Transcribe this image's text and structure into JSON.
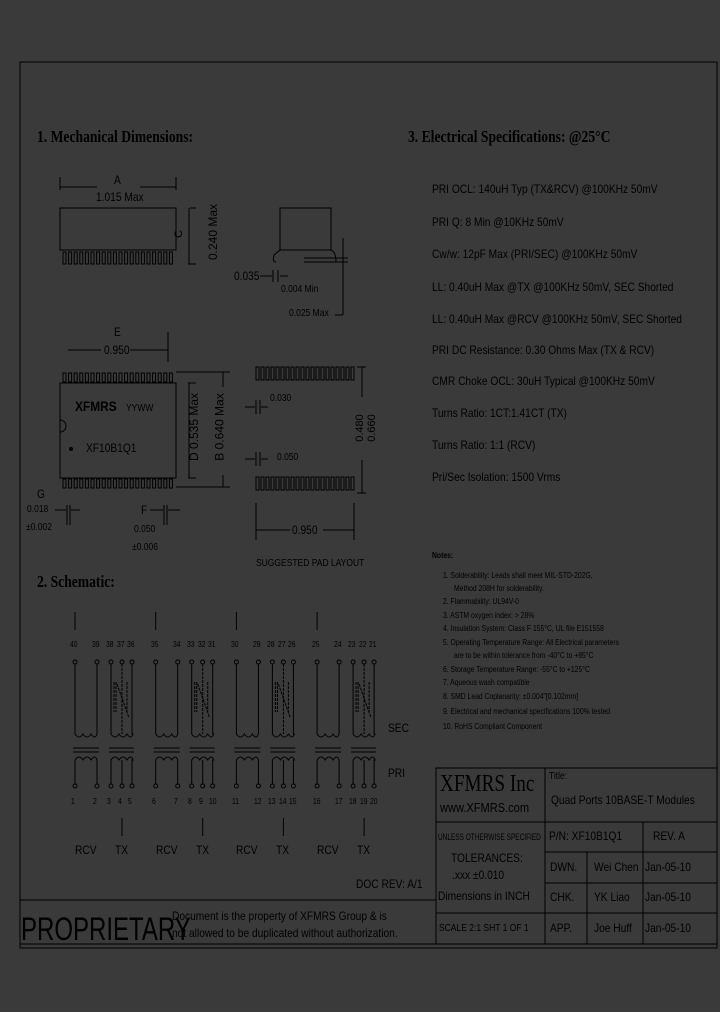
{
  "sections": {
    "mechanical": "1. Mechanical Dimensions:",
    "electrical": "3. Electrical Specifications: @25°C",
    "schematic": "2. Schematic:"
  },
  "electrical_specs": [
    "PRI OCL: 140uH Typ (TX&RCV) @100KHz 50mV",
    "PRI Q: 8 Min @10KHz 50mV",
    "Cw/w: 12pF Max (PRI/SEC) @100KHz 50mV",
    "LL: 0.40uH Max @TX @100KHz 50mV, SEC Shorted",
    "LL: 0.40uH Max @RCV @100KHz 50mV, SEC Shorted",
    "PRI DC Resistance: 0.30 Ohms Max (TX & RCV)",
    "CMR Choke OCL: 30uH Typical @100KHz 50mV",
    "Turns Ratio: 1CT:1.41CT (TX)",
    "Turns Ratio: 1:1 (RCV)",
    "Pri/Sec Isolation: 1500 Vrms"
  ],
  "notes": {
    "title": "Notes:",
    "items": [
      "1. Solderability: Leads shall meet MIL-STD-202G,",
      "Method 208H for solderability.",
      "2. Flammability: UL94V-0",
      "3. ASTM oxygen index: > 28%",
      "4. Insulation System: Class F 155°C, UL file E151558",
      "5. Operating Temperature Range: All Electrical parameters",
      "are to be within tolerance from -40°C to +85°C",
      "6. Storage Temperature Range: -55°C to +125°C",
      "7. Aqueous wash compatible",
      "8. SMD Lead Coplanarity: ±0.004\"[0.102mm]",
      "9. Electrical and mechanical specifications 100% tested",
      "10. RoHS Compliant Component"
    ]
  },
  "dimensions": {
    "A_label": "A",
    "A_value": "1.015 Max",
    "C_label": "C",
    "C_value": "0.240 Max",
    "lead_035": "0.035",
    "lead_004": "0.004 Min",
    "lead_025": "0.025 Max",
    "E_label": "E",
    "E_value": "0.950",
    "D_label": "D",
    "D_value": "0.535 Max",
    "B_label": "B",
    "B_value": "0.640 Max",
    "G_label": "G",
    "G_value": "0.018",
    "G_tol": "±0.002",
    "F_label": "F",
    "F_value": "0.050",
    "F_tol": "±0.006",
    "pad_030": "0.030",
    "pad_050": "0.050",
    "pad_480": "0.480",
    "pad_660": "0.660",
    "pad_950": "0.950",
    "pad_caption": "SUGGESTED PAD LAYOUT",
    "marking_brand": "XFMRS",
    "marking_date": "YYWW",
    "marking_pn": "XF10B1Q1"
  },
  "schematic": {
    "groups": [
      {
        "top": [
          "40",
          "39",
          "38",
          "37",
          "36"
        ],
        "bottom": [
          "1",
          "2",
          "3",
          "4",
          "5"
        ],
        "rcv": "RCV",
        "tx": "TX"
      },
      {
        "top": [
          "35",
          "34",
          "33",
          "32",
          "31"
        ],
        "bottom": [
          "6",
          "7",
          "8",
          "9",
          "10"
        ],
        "rcv": "RCV",
        "tx": "TX"
      },
      {
        "top": [
          "30",
          "29",
          "28",
          "27",
          "26"
        ],
        "bottom": [
          "11",
          "12",
          "13",
          "14",
          "15"
        ],
        "rcv": "RCV",
        "tx": "TX"
      },
      {
        "top": [
          "25",
          "24",
          "23",
          "22",
          "21"
        ],
        "bottom": [
          "16",
          "17",
          "18",
          "19",
          "20"
        ],
        "rcv": "RCV",
        "tx": "TX"
      }
    ],
    "sec_label": "SEC",
    "pri_label": "PRI"
  },
  "doc_rev": "DOC REV: A/1",
  "proprietary": {
    "word": "PROPRIETARY",
    "line1": "Document is the property of XFMRS Group & is",
    "line2": "not allowed to be duplicated without authorization."
  },
  "title_block": {
    "company": "XFMRS Inc",
    "website": "www.XFMRS.com",
    "title_label": "Title:",
    "title": "Quad Ports 10BASE-T Modules",
    "unless": "UNLESS OTHERWISE SPECIFIED",
    "tolerances": "TOLERANCES:",
    "tol_value": ".xxx ±0.010",
    "units": "Dimensions in INCH",
    "scale": "SCALE 2:1 SHT 1 OF 1",
    "pn": "P/N: XF10B1Q1",
    "rev": "REV. A",
    "rows": [
      {
        "role": "DWN.",
        "name": "Wei Chen",
        "date": "Jan-05-10"
      },
      {
        "role": "CHK.",
        "name": "YK Liao",
        "date": "Jan-05-10"
      },
      {
        "role": "APP.",
        "name": "Joe Huff",
        "date": "Jan-05-10"
      }
    ]
  }
}
